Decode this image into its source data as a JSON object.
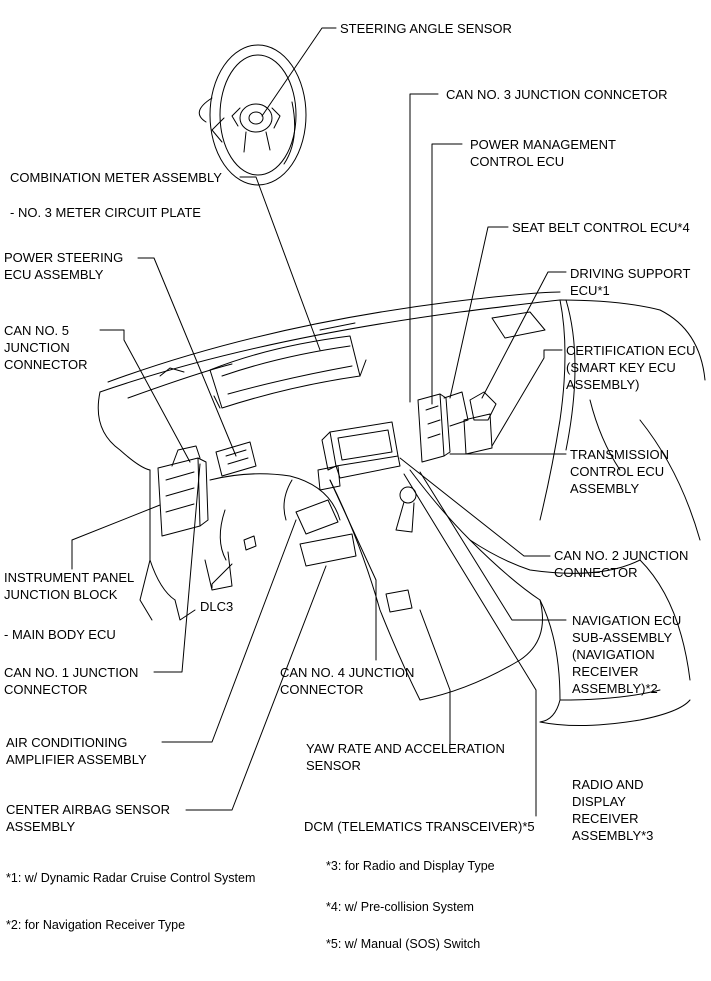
{
  "labels": {
    "steering_angle_sensor": "STEERING ANGLE SENSOR",
    "can3_junction": "CAN NO. 3 JUNCTION CONNCETOR",
    "power_mgmt": [
      "POWER MANAGEMENT",
      "CONTROL ECU"
    ],
    "combination_meter": "COMBINATION METER ASSEMBLY",
    "meter_plate": "- NO. 3 METER CIRCUIT PLATE",
    "seat_belt_ecu": "SEAT BELT CONTROL ECU*4",
    "power_steering": [
      "POWER STEERING",
      "ECU ASSEMBLY"
    ],
    "driving_support": [
      "DRIVING SUPPORT",
      "ECU*1"
    ],
    "can5_junction": [
      "CAN NO. 5",
      "JUNCTION",
      "CONNECTOR"
    ],
    "certification_ecu": [
      "CERTIFICATION ECU",
      "(SMART KEY ECU",
      "ASSEMBLY)"
    ],
    "transmission_ecu": [
      "TRANSMISSION",
      "CONTROL ECU",
      "ASSEMBLY"
    ],
    "can2_junction": [
      "CAN NO. 2 JUNCTION",
      "CONNECTOR"
    ],
    "instrument_panel": [
      "INSTRUMENT PANEL",
      "JUNCTION BLOCK"
    ],
    "dlc3": "DLC3",
    "main_body_ecu": "- MAIN BODY ECU",
    "navigation_ecu": [
      "NAVIGATION ECU",
      "SUB-ASSEMBLY",
      "(NAVIGATION",
      "RECEIVER",
      "ASSEMBLY)*2"
    ],
    "can1_junction": [
      "CAN NO. 1 JUNCTION",
      "CONNECTOR"
    ],
    "can4_junction": [
      "CAN NO. 4 JUNCTION",
      "CONNECTOR"
    ],
    "air_conditioning": [
      "AIR CONDITIONING",
      "AMPLIFIER ASSEMBLY"
    ],
    "yaw_rate": [
      "YAW RATE AND ACCELERATION",
      "SENSOR"
    ],
    "radio_display": [
      "RADIO AND",
      "DISPLAY",
      "RECEIVER",
      "ASSEMBLY*3"
    ],
    "center_airbag": [
      "CENTER AIRBAG SENSOR",
      "ASSEMBLY"
    ],
    "dcm": "DCM (TELEMATICS TRANSCEIVER)*5"
  },
  "notes": {
    "n1": "*1: w/ Dynamic Radar Cruise Control System",
    "n2": "*2: for Navigation Receiver Type",
    "n3": "*3: for Radio and Display Type",
    "n4": "*4: w/ Pre-collision System",
    "n5": "*5: w/ Manual (SOS) Switch"
  }
}
